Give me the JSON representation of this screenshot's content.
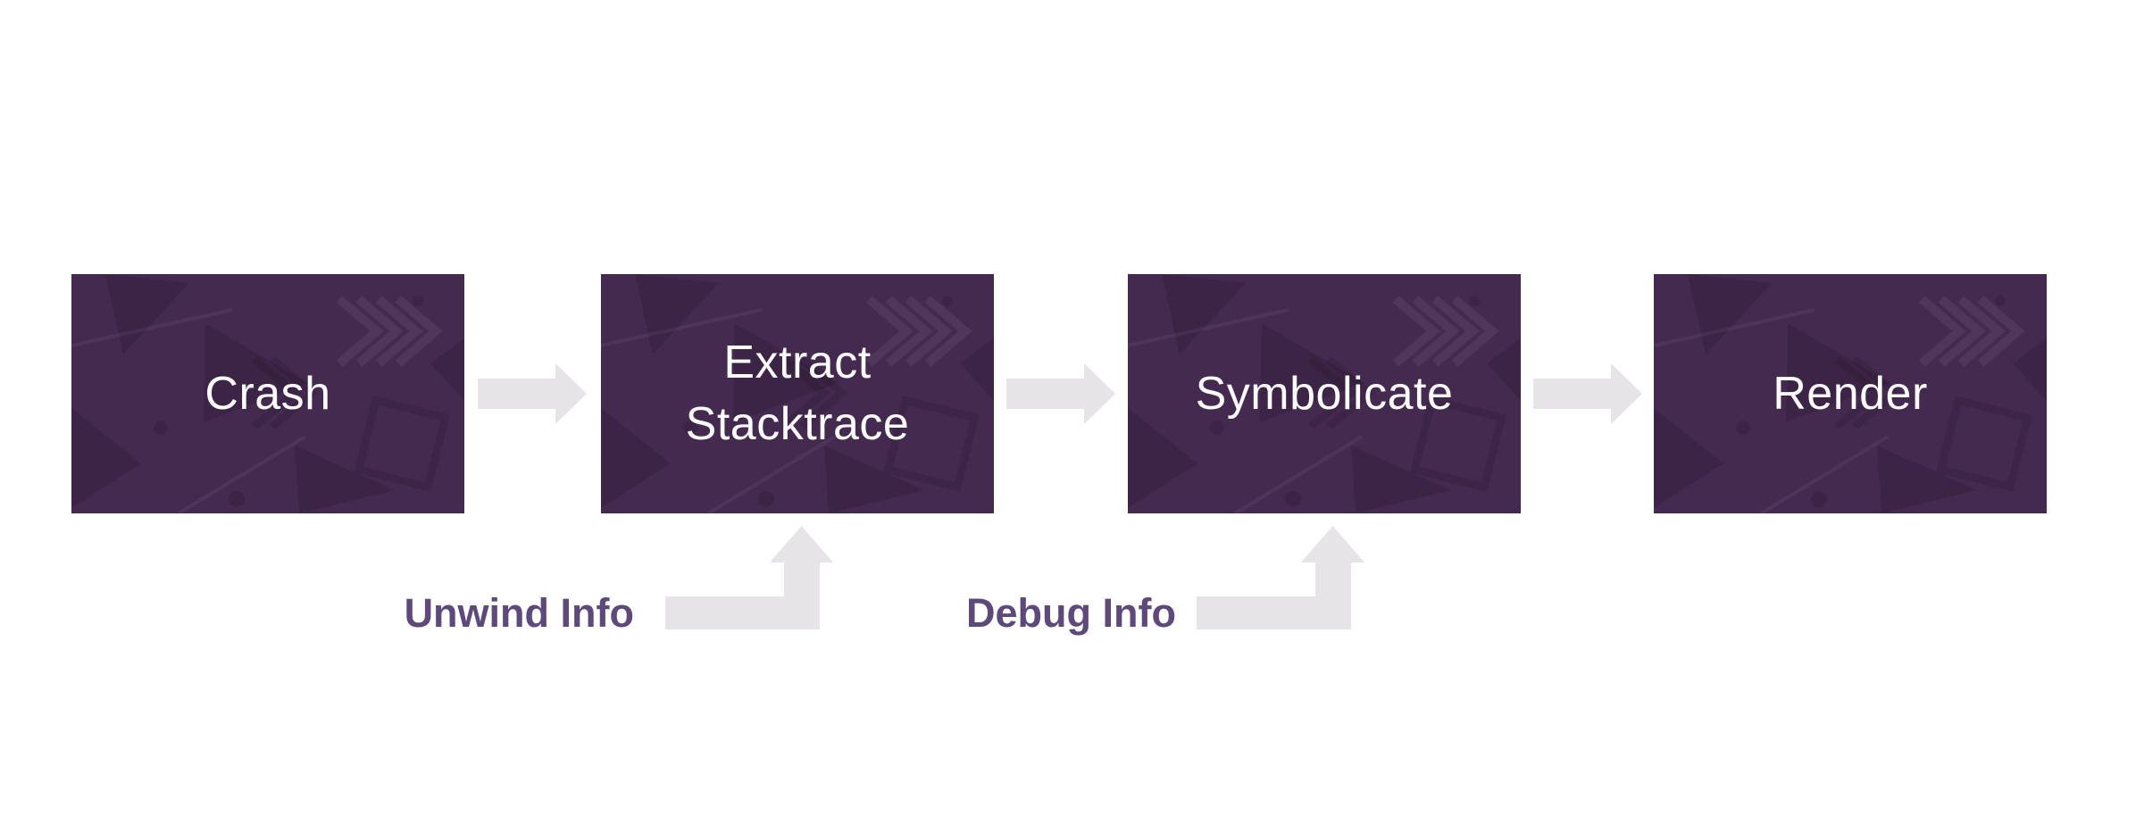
{
  "diagram": {
    "type": "process-flow",
    "nodes": [
      {
        "id": "crash",
        "label": "Crash"
      },
      {
        "id": "extract-stacktrace",
        "label": "Extract Stacktrace"
      },
      {
        "id": "symbolicate",
        "label": "Symbolicate"
      },
      {
        "id": "render",
        "label": "Render"
      }
    ],
    "flow_arrows": [
      {
        "from": "Crash",
        "to": "Extract Stacktrace",
        "direction": "right"
      },
      {
        "from": "Extract Stacktrace",
        "to": "Symbolicate",
        "direction": "right"
      },
      {
        "from": "Symbolicate",
        "to": "Render",
        "direction": "right"
      }
    ],
    "inputs": [
      {
        "label": "Unwind Info",
        "feeds": "Extract Stacktrace",
        "arrow_shape": "elbow-up"
      },
      {
        "label": "Debug Info",
        "feeds": "Symbolicate",
        "arrow_shape": "elbow-up"
      }
    ],
    "colors": {
      "background": "#ffffff",
      "node_fill": "#452a50",
      "node_text": "#fcfbfc",
      "arrow": "#e6e4e6",
      "input_label_text": "#5e497b"
    }
  }
}
